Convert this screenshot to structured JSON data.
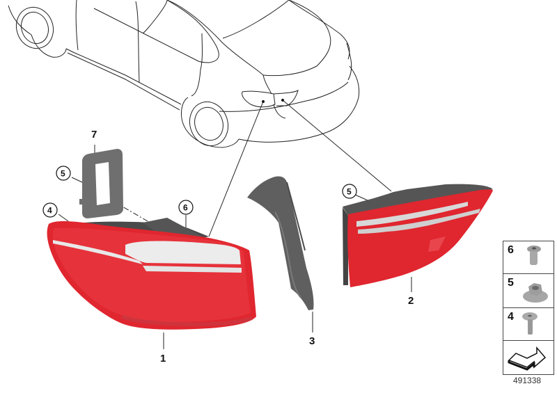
{
  "diagram": {
    "title": "Rear light (tail lamp) exploded parts diagram",
    "diagram_number": "491338",
    "colors": {
      "lamp_red": "#e0262f",
      "lamp_red_dark": "#c41c25",
      "lamp_lens_white": "#e9e9e9",
      "housing_gray": "#5a5a5a",
      "gasket_gray": "#6f6f6f",
      "line_color": "#222222"
    }
  },
  "callouts": [
    {
      "id": "1",
      "label": "1",
      "part": "Rear light in side panel, left"
    },
    {
      "id": "2",
      "label": "2",
      "part": "Rear light in trunk lid, right"
    },
    {
      "id": "3",
      "label": "3",
      "part": "Cover / trim panel"
    },
    {
      "id": "4",
      "label": "4",
      "part": "Screw"
    },
    {
      "id": "5a",
      "label": "5",
      "part": "Nut"
    },
    {
      "id": "5b",
      "label": "5",
      "part": "Nut"
    },
    {
      "id": "6",
      "label": "6",
      "part": "Spreading rivet"
    },
    {
      "id": "7",
      "label": "7",
      "part": "Gasket"
    }
  ],
  "legend": [
    {
      "num": "6",
      "icon": "rivet-icon"
    },
    {
      "num": "5",
      "icon": "nut-icon"
    },
    {
      "num": "4",
      "icon": "screw-icon"
    },
    {
      "num": "",
      "icon": "arrow-icon"
    }
  ]
}
